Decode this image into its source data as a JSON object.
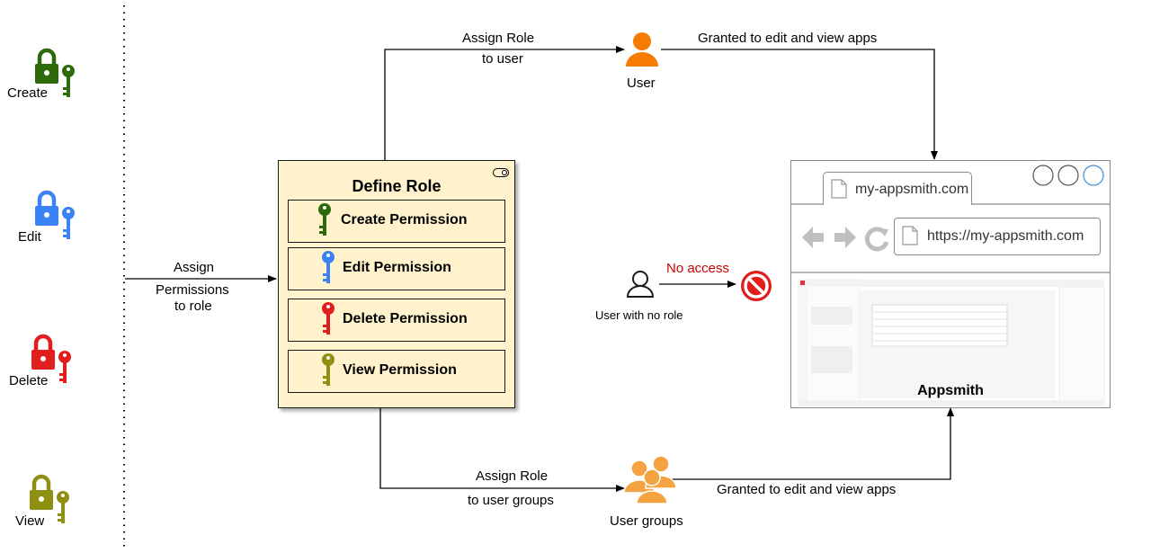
{
  "legend": [
    {
      "label": "Create",
      "icon": "lock-key-icon",
      "color": "#2d6a0a"
    },
    {
      "label": "Edit",
      "icon": "lock-key-icon",
      "color": "#3b82f6"
    },
    {
      "label": "Delete",
      "icon": "lock-key-icon",
      "color": "#e11d1d"
    },
    {
      "label": "View",
      "icon": "lock-key-icon",
      "color": "#8f8f12"
    }
  ],
  "assign_permissions": {
    "line1": "Assign",
    "line2": "Permissions",
    "line3": "to role"
  },
  "role": {
    "title": "Define Role",
    "permissions": [
      {
        "label": "Create Permission",
        "color": "#2d6a0a"
      },
      {
        "label": "Edit Permission",
        "color": "#3b82f6"
      },
      {
        "label": "Delete Permission",
        "color": "#e11d1d"
      },
      {
        "label": "View Permission",
        "color": "#8f8f12"
      }
    ]
  },
  "assign_user": {
    "line1": "Assign Role",
    "line2": "to user"
  },
  "user": {
    "label": "User",
    "color": "#f57c00"
  },
  "granted_user": "Granted to edit and view apps",
  "no_role": {
    "label": "User with no role",
    "status": "No access",
    "status_color": "#cc0000"
  },
  "assign_groups": {
    "line1": "Assign Role",
    "line2": "to user groups"
  },
  "user_groups": {
    "label": "User groups",
    "color": "#f4a340"
  },
  "granted_groups": "Granted to edit and view apps",
  "browser": {
    "tab_title": "my-appsmith.com",
    "url": "https://my-appsmith.com",
    "app_name": "Appsmith"
  }
}
